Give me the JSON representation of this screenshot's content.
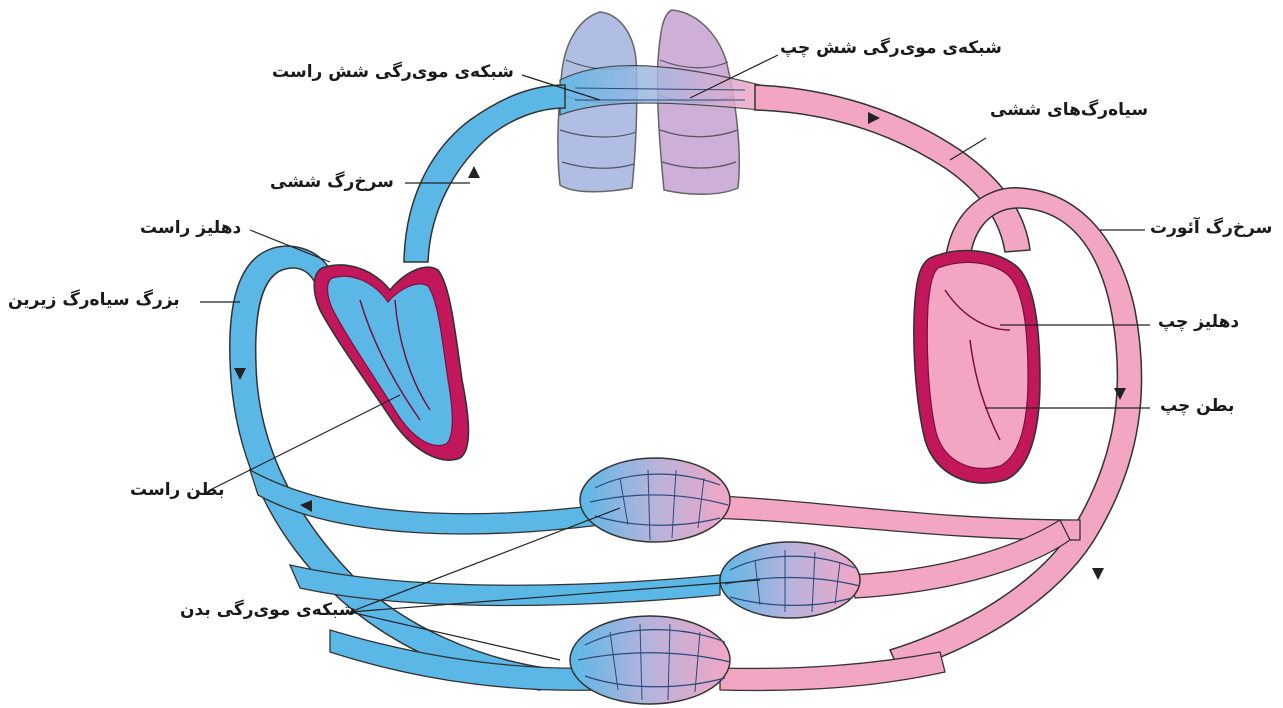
{
  "colors": {
    "deoxygenated": "#5bb8e6",
    "deoxygenated_dark": "#2f8fc4",
    "oxygenated": "#f2a6c4",
    "oxygenated_dark": "#d45b91",
    "heart_wall": "#c2185b",
    "lung": "#a9b8e0",
    "outline": "#333333",
    "label_text": "#1a1a1a"
  },
  "labels": {
    "left_lung_capillaries": "شبکه‌ی موی‌رگی شش چپ",
    "right_lung_capillaries": "شبکه‌ی موی‌رگی شش راست",
    "pulmonary_veins": "سیاه‌رگ‌های ششی",
    "pulmonary_artery": "سرخ‌رگ ششی",
    "aorta": "سرخ‌رگ آئورت",
    "right_atrium": "دهلیز راست",
    "inferior_vena_cava": "بزرگ سیاه‌رگ زیرین",
    "left_atrium": "دهلیز چپ",
    "left_ventricle": "بطن چپ",
    "right_ventricle": "بطن راست",
    "body_capillaries": "شبکه‌ی موی‌رگی بدن"
  }
}
